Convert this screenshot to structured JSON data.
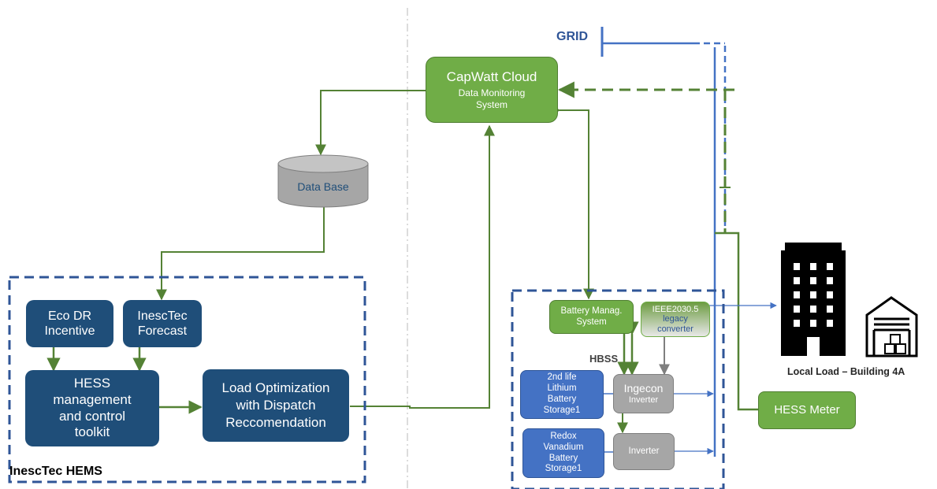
{
  "grid_label": "GRID",
  "capwatt": {
    "title": "CapWatt Cloud",
    "subtitle_line1": "Data Monitoring",
    "subtitle_line2": "System"
  },
  "database": {
    "label": "Data Base"
  },
  "hems": {
    "title": "InescTec HEMS",
    "eco_dr": [
      "Eco DR",
      "Incentive"
    ],
    "forecast": [
      "InescTec",
      "Forecast"
    ],
    "hess_toolkit": [
      "HESS",
      "management",
      "and control",
      "toolkit"
    ],
    "load_opt": [
      "Load Optimization",
      "with Dispatch",
      "Reccomendation"
    ]
  },
  "hbss": {
    "label": "HBSS",
    "bms": [
      "Battery Manag.",
      "System"
    ],
    "ieee": [
      "IEEE2030.5",
      "legacy",
      "converter"
    ],
    "lithium": [
      "2nd life",
      "Lithium",
      "Battery",
      "Storage1"
    ],
    "ingecon": [
      "Ingecon",
      "Inverter"
    ],
    "redox": [
      "Redox",
      "Vanadium",
      "Battery",
      "Storage1"
    ],
    "inverter": "Inverter"
  },
  "hess_meter": "HESS Meter",
  "local_load": "Local Load – Building 4A",
  "colors": {
    "navy": "#1f4e79",
    "green": "#70ad47",
    "blue": "#4472c4",
    "gray": "#a6a6a6",
    "wire_green": "#548235",
    "line_blue": "#4472c4",
    "dash_navy": "#2f5597"
  },
  "icons": [
    "office-building-icon",
    "warehouse-icon"
  ]
}
